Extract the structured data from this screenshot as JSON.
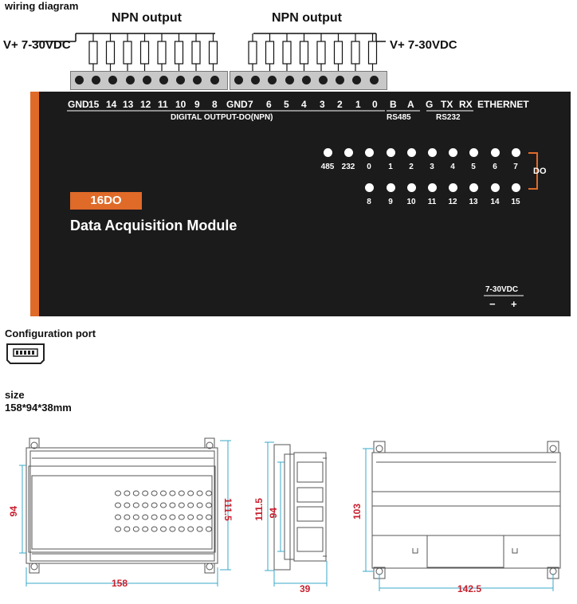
{
  "header": {
    "title": "wiring diagram"
  },
  "wiring": {
    "group_label": "NPN output",
    "supply_label": "V+ 7-30VDC"
  },
  "module": {
    "top_labels_left": [
      "GND",
      "15",
      "14",
      "13",
      "12",
      "11",
      "10",
      "9",
      "8"
    ],
    "top_labels_right": [
      "GND",
      "7",
      "6",
      "5",
      "4",
      "3",
      "2",
      "1",
      "0"
    ],
    "comm_labels": [
      "B",
      "A",
      "G",
      "TX",
      "RX",
      "ETHERNET"
    ],
    "digital_output_label": "DIGITAL OUTPUT-DO(NPN)",
    "rs485_label": "RS485",
    "rs232_label": "RS232",
    "led_row1": [
      "485",
      "232",
      "0",
      "1",
      "2",
      "3",
      "4",
      "5",
      "6",
      "7"
    ],
    "led_row2": [
      "8",
      "9",
      "10",
      "11",
      "12",
      "13",
      "14",
      "15"
    ],
    "do_label": "DO",
    "badge": "16DO",
    "title": "Data Acquisition Module",
    "power_label": "7-30VDC",
    "power_minus": "−",
    "power_plus": "+"
  },
  "config": {
    "title": "Configuration port"
  },
  "size": {
    "title": "size",
    "value": "158*94*38mm"
  },
  "dimensions": {
    "front_height": "94",
    "front_outer_height": "111.5",
    "front_width": "158",
    "side_outer_height": "111.5",
    "side_height": "94",
    "side_depth": "39",
    "back_height": "103",
    "back_width": "142.5"
  },
  "colors": {
    "accent": "#e06a28",
    "panel": "#1c1b1c",
    "dim_text": "#c8202e",
    "dim_line": "#3aa8c8"
  }
}
